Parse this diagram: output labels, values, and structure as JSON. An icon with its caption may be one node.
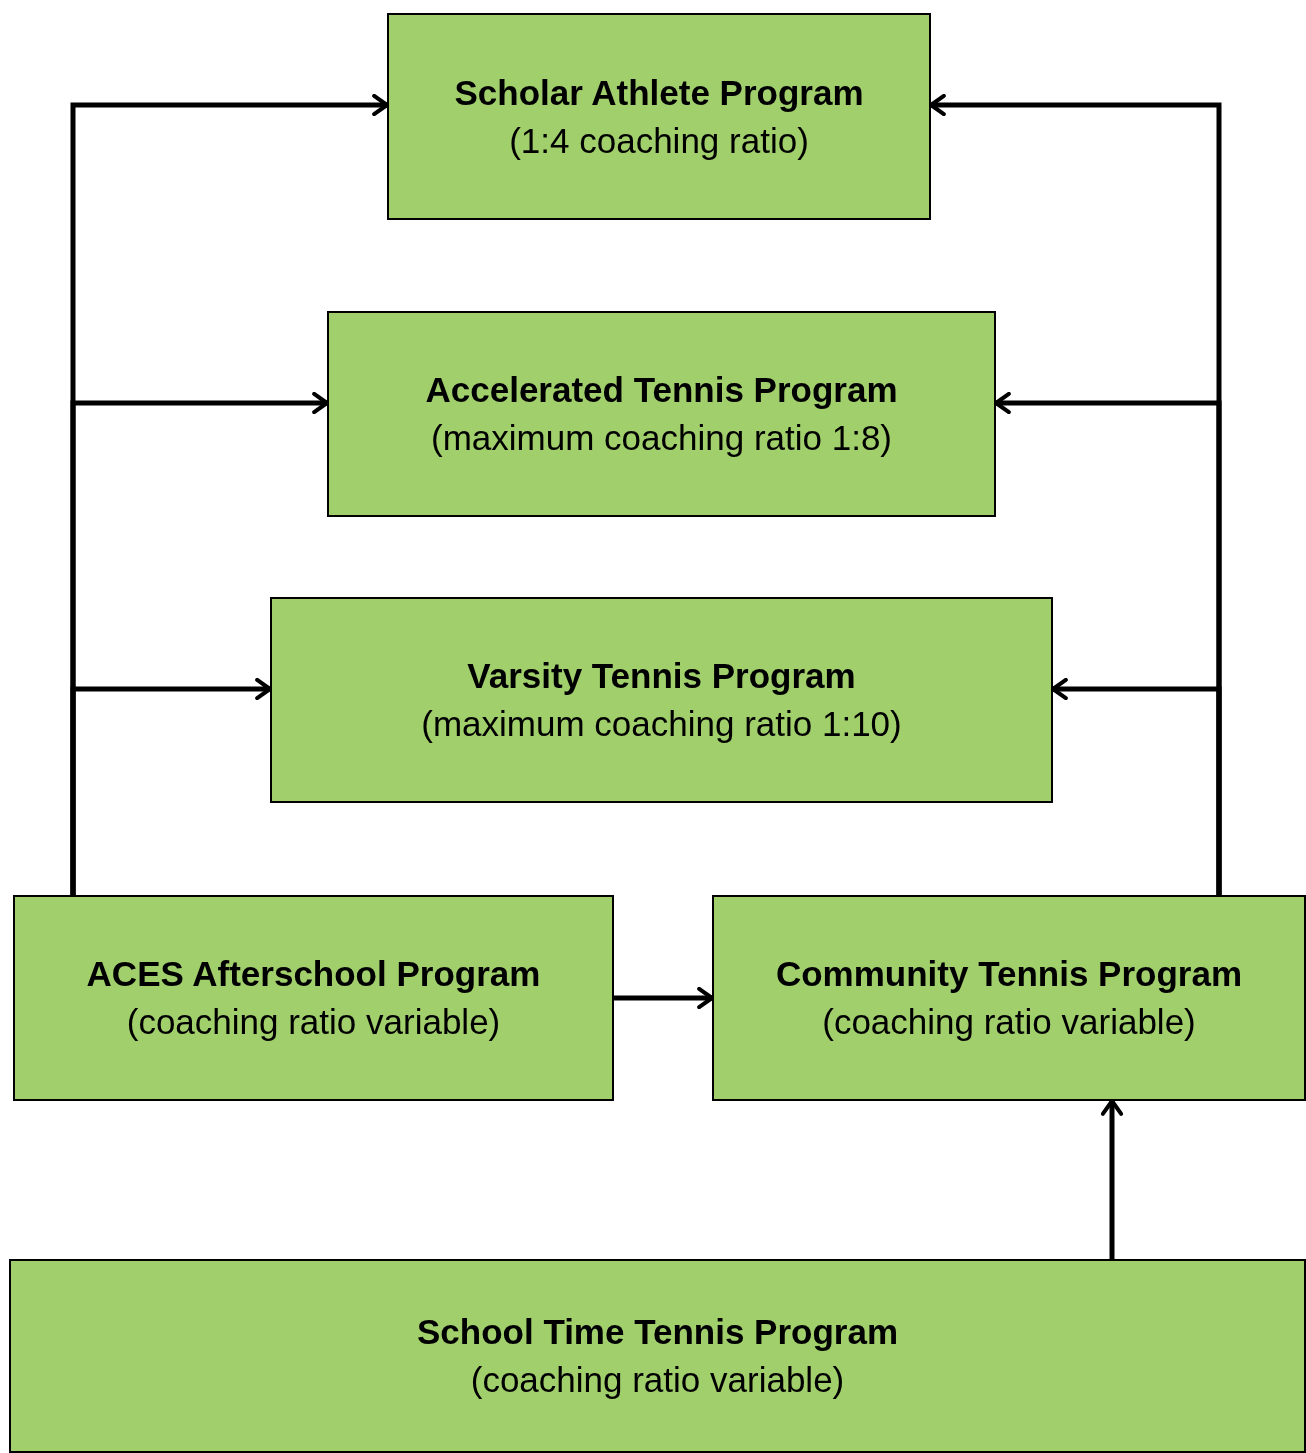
{
  "diagram": {
    "nodes": [
      {
        "text": [
          "Scholar Athlete Program",
          "(1:4 coaching ratio)"
        ]
      },
      {
        "text": [
          "Accelerated Tennis Program",
          "(maximum coaching ratio 1:8)"
        ]
      },
      {
        "text": [
          "Varsity Tennis Program",
          "(maximum coaching ratio 1:10)"
        ]
      },
      {
        "text": [
          "ACES Afterschool Program",
          "(coaching ratio variable)"
        ]
      },
      {
        "text": [
          "Community Tennis Program",
          "(coaching ratio variable)"
        ]
      },
      {
        "text": [
          "School Time Tennis Program",
          "(coaching ratio variable)"
        ]
      }
    ],
    "edges": [
      {
        "from": 3,
        "to": 0,
        "arrow": "to"
      },
      {
        "from": 3,
        "to": 1,
        "arrow": "to"
      },
      {
        "from": 3,
        "to": 2,
        "arrow": "to"
      },
      {
        "from": 4,
        "to": 0,
        "arrow": "to"
      },
      {
        "from": 4,
        "to": 1,
        "arrow": "to"
      },
      {
        "from": 4,
        "to": 2,
        "arrow": "to"
      },
      {
        "from": 3,
        "to": 4,
        "arrow": "to"
      },
      {
        "from": 5,
        "to": 4,
        "arrow": "to"
      }
    ]
  }
}
